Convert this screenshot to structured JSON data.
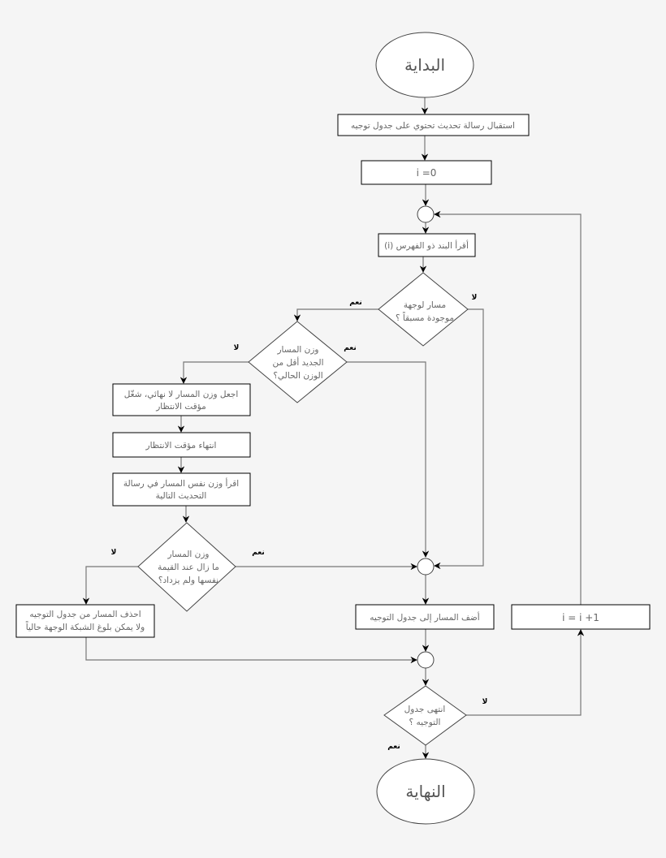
{
  "nodes": {
    "start": "البداية",
    "receive_update": "استقبال رسالة تحديث تحتوي على جدول توجيه",
    "init_i": "i =0",
    "read_item": "أقرأ البند ذو الفهرس (i)",
    "route_exists": [
      "مسار لوجهة",
      "موجودة  مسبقاً ؟"
    ],
    "new_weight_less": [
      "وزن المسار",
      "الجديد أقل من",
      "الوزن الحالي؟"
    ],
    "set_infinite": [
      "اجعل وزن المسار لا نهائي، شغّل",
      "مؤقت الانتظار"
    ],
    "timer_end": "انتهاء مؤقت الانتظار",
    "read_next_weight": [
      "اقرأ وزن نفس المسار في رسالة",
      "التحديث التالية"
    ],
    "weight_unchanged": [
      "وزن المسار",
      "ما زال عند القيمة",
      "نفسها ولم يزداد؟"
    ],
    "delete_route": [
      "احذف المسار من جدول التوجيه",
      "ولا يمكن بلوغ الشبكة الوجهة حالياً"
    ],
    "add_route": "أضف المسار إلى جدول التوجيه",
    "increment_i": "i = i +1",
    "table_finished": [
      "انتهى جدول",
      "التوجيه ؟"
    ],
    "end": "النهاية"
  },
  "edge_labels": {
    "yes": "نعم",
    "no": "لا"
  }
}
